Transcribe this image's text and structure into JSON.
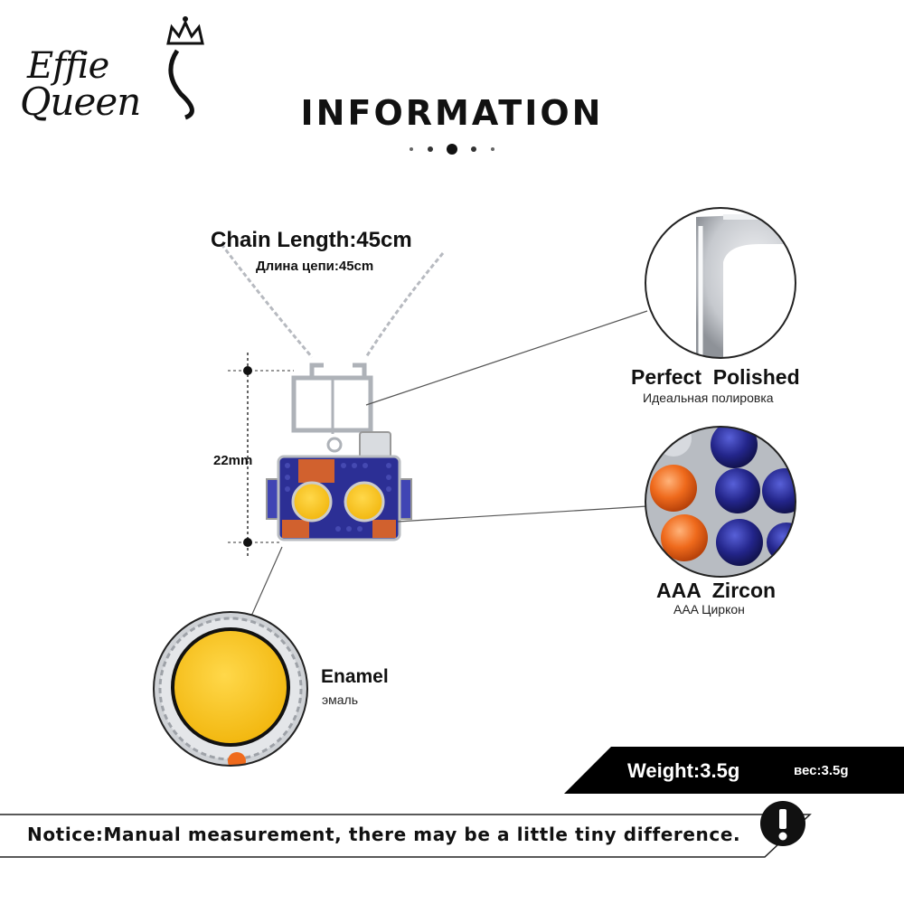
{
  "brand": {
    "line1": "Effie",
    "line2": "Queen"
  },
  "header": {
    "title": "INFORMATION"
  },
  "specs": {
    "chain_length": "Chain Length:45cm",
    "chain_length_ru": "Длина цепи:45cm",
    "size": "22mm",
    "weight": "Weight:3.5g",
    "weight_ru": "вес:3.5g"
  },
  "features": {
    "polished": {
      "label": "Perfect  Polished",
      "label_ru": "Идеальная полировка"
    },
    "zircon": {
      "label": "AAA  Zircon",
      "label_ru": "AAA Циркон"
    },
    "enamel": {
      "label": "Enamel",
      "label_ru": "эмаль"
    }
  },
  "notice": {
    "text": "Notice:Manual measurement, there may be a little tiny difference.",
    "icon": "exclamation-icon"
  },
  "colors": {
    "text": "#111111",
    "enamel_yellow": "#f7c51e",
    "zircon_blue": "#23258a",
    "zircon_orange": "#ef6a1c",
    "silver": "#c9ccd1",
    "bar_black": "#000000"
  }
}
